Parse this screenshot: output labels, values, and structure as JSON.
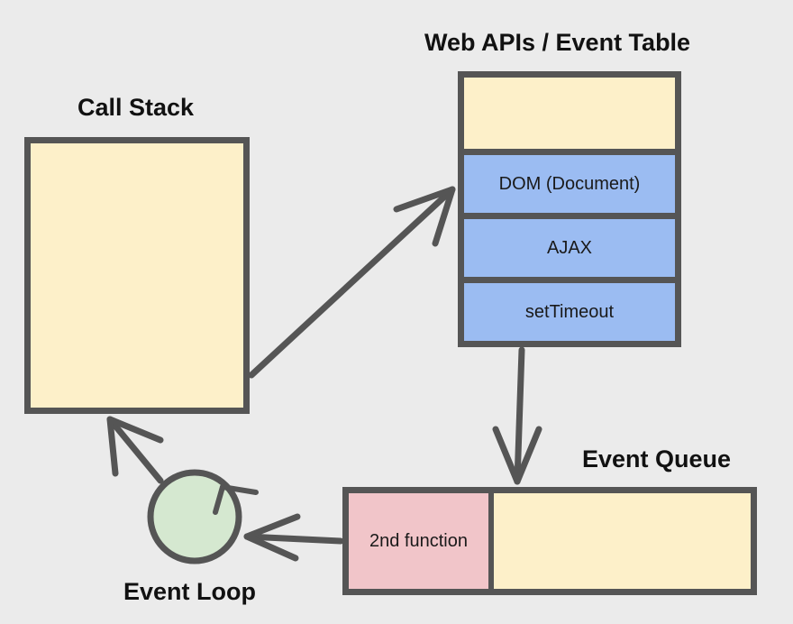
{
  "labels": {
    "call_stack": "Call Stack",
    "web_apis": "Web APIs / Event Table",
    "event_queue": "Event Queue",
    "event_loop": "Event Loop"
  },
  "web_apis": {
    "items": [
      "DOM (Document)",
      "AJAX",
      "setTimeout"
    ]
  },
  "event_queue": {
    "items": [
      "2nd function"
    ]
  },
  "colors": {
    "background": "#ebebeb",
    "border": "#555555",
    "stack_fill": "#fdf0c9",
    "api_fill": "#9bbcf2",
    "queue_item_fill": "#f1c5c9",
    "loop_fill": "#d5e8d0"
  }
}
